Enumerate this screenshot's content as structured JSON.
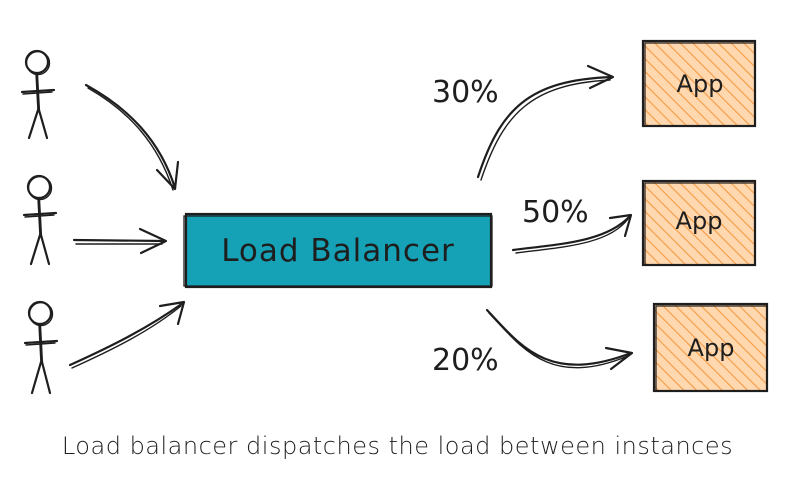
{
  "load_balancer": {
    "label": "Load Balancer",
    "fill_color": "#15a2b6"
  },
  "routes": [
    {
      "percent": "30%",
      "app_label": "App"
    },
    {
      "percent": "50%",
      "app_label": "App"
    },
    {
      "percent": "20%",
      "app_label": "App"
    }
  ],
  "app_style": {
    "fill_color": "#ffd8b0",
    "hatch_color": "#f59a42"
  },
  "users": [
    {
      "icon": "stick-figure-user-icon"
    },
    {
      "icon": "stick-figure-user-icon"
    },
    {
      "icon": "stick-figure-user-icon"
    }
  ],
  "caption": "Load balancer dispatches the load between instances"
}
